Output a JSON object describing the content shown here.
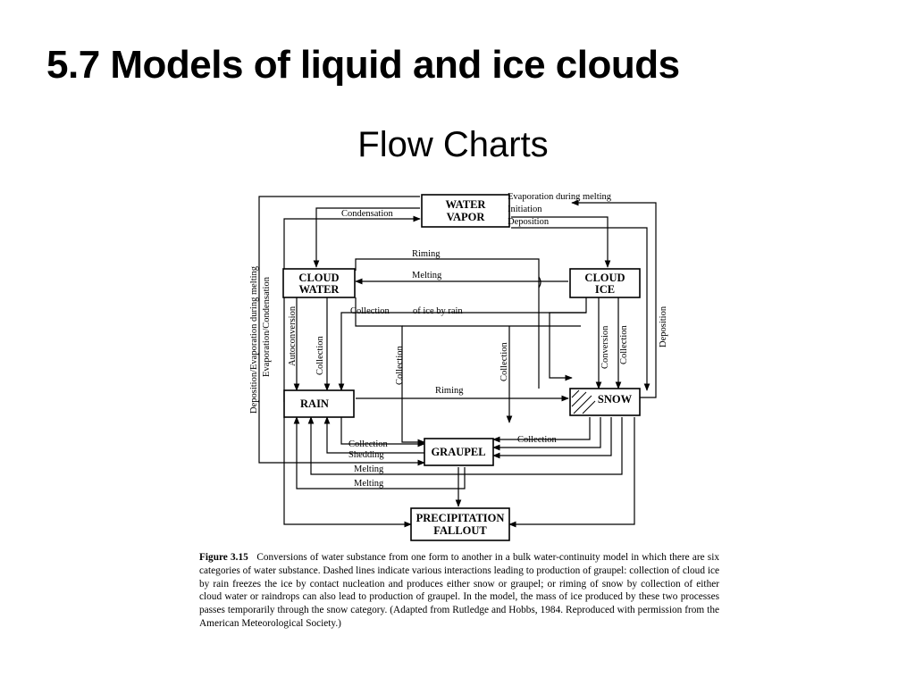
{
  "slide": {
    "title": "5.7 Models of liquid and ice clouds",
    "subtitle": "Flow Charts"
  },
  "diagram": {
    "boxes": {
      "water_vapor": [
        "WATER",
        "VAPOR"
      ],
      "cloud_water": [
        "CLOUD",
        "WATER"
      ],
      "cloud_ice": [
        "CLOUD",
        "ICE"
      ],
      "rain": [
        "RAIN"
      ],
      "snow": [
        "SNOW"
      ],
      "graupel": [
        "GRAUPEL"
      ],
      "precipitation": [
        "PRECIPITATION",
        "FALLOUT"
      ]
    },
    "labels": {
      "evaporation_during_melting": "Evaporation during melting",
      "initiation": "Initiation",
      "deposition_top": "Deposition",
      "condensation": "Condensation",
      "riming_top": "Riming",
      "melting_top": "Melting",
      "collection_mid": "Collection",
      "of_ice_by_rain": "of ice by rain",
      "deposition_evaporation_during_melting": "Deposition/Evaporation during melting",
      "evaporation_condensation": "Evaporation/Condensation",
      "autoconversion": "Autoconversion",
      "collection_cw_rain": "Collection",
      "collection_center_left": "Collection",
      "collection_center_right": "Collection",
      "conversion": "Conversion",
      "collection_ice_snow": "Collection",
      "deposition_right": "Deposition",
      "riming_mid": "Riming",
      "collection_lower_left": "Collection",
      "shedding": "Shedding",
      "collection_lower_right": "Collection",
      "melting_lower_1": "Melting",
      "melting_lower_2": "Melting"
    }
  },
  "caption": {
    "figure_label": "Figure 3.15",
    "text": "Conversions of water substance from one form to another in a bulk water-continuity model in which there are six categories of water substance. Dashed lines indicate various interactions leading to production of graupel: collection of cloud ice by rain freezes the ice by contact nucleation and produces either snow or graupel; or riming of snow by collection of either cloud water or raindrops can also lead to production of graupel. In the model, the mass of ice produced by these two processes passes temporarily through the snow category. (Adapted from Rutledge and Hobbs, 1984. Reproduced with permission from the American Meteorological Society.)"
  }
}
